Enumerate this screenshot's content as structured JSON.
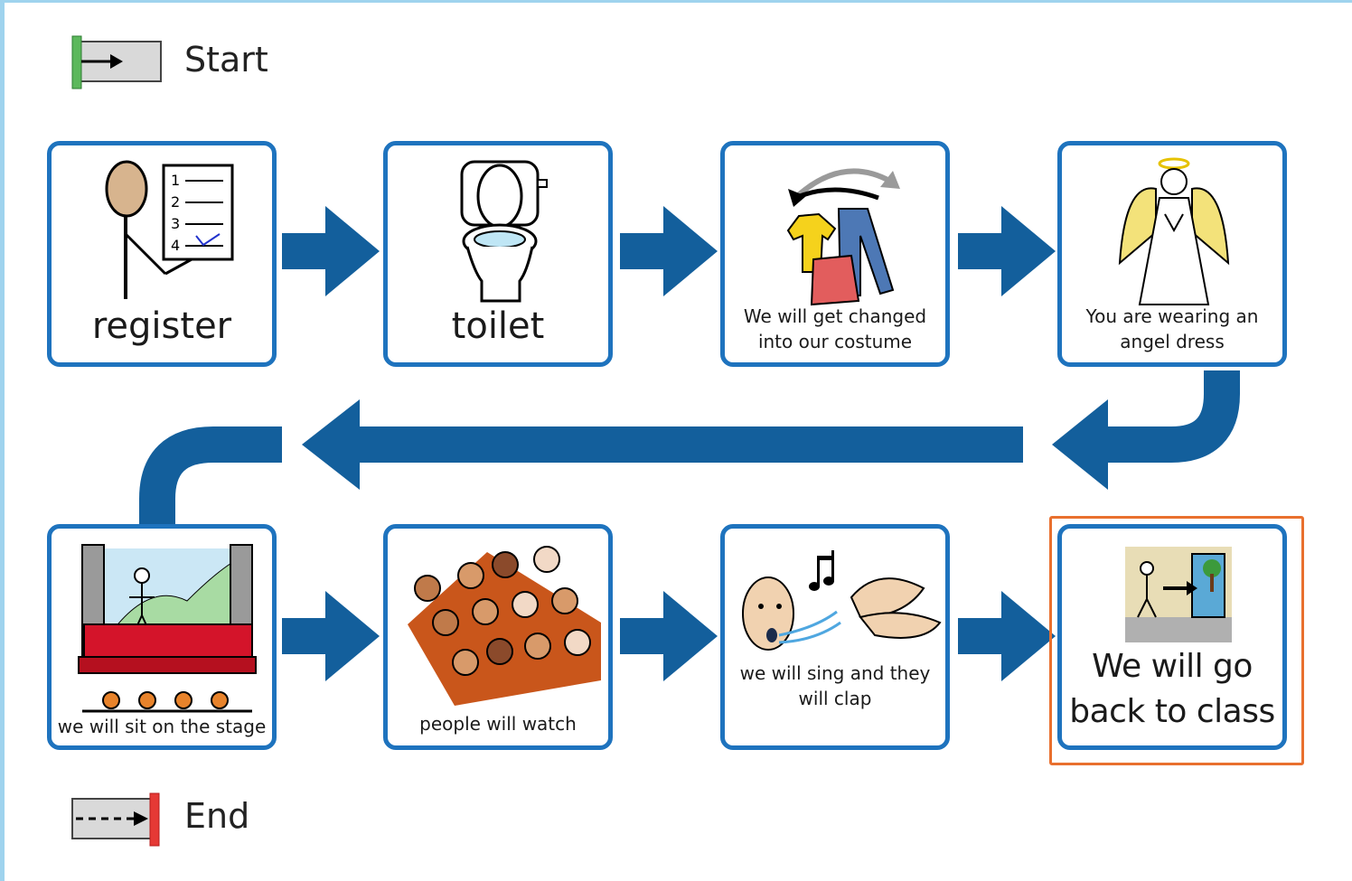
{
  "markers": {
    "start_label": "Start",
    "end_label": "End"
  },
  "steps": [
    {
      "label": "register"
    },
    {
      "label": "toilet"
    },
    {
      "label_line1": "We will get changed",
      "label_line2": "into our costume"
    },
    {
      "label_line1": "You are wearing an",
      "label_line2": "angel dress"
    },
    {
      "label": "we will sit on the stage"
    },
    {
      "label": "people will watch"
    },
    {
      "label_line1": "we will sing and they",
      "label_line2": "will clap"
    },
    {
      "label_line1": "We will go",
      "label_line2": "back to class"
    }
  ],
  "register_list_numbers": [
    "1",
    "2",
    "3",
    "4"
  ],
  "colors": {
    "card_border": "#1e73be",
    "arrow": "#135f9c",
    "highlight": "#e9702e",
    "frame": "#9fd3ee",
    "start_bar": "#5cb85c",
    "end_bar": "#e53935"
  },
  "icons": [
    "start-marker-icon",
    "end-marker-icon",
    "register-icon",
    "toilet-icon",
    "clothes-icon",
    "angel-icon",
    "stage-icon",
    "audience-icon",
    "sing-clap-icon",
    "go-to-class-icon"
  ]
}
